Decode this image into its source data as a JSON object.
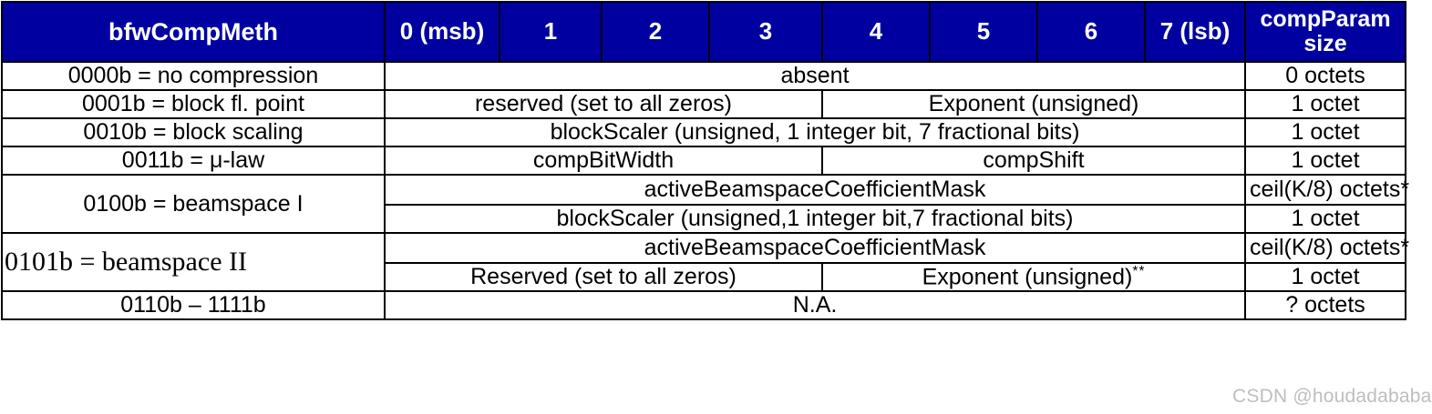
{
  "table": {
    "header": {
      "name_label": "bfwCompMeth",
      "bit_labels": [
        "0 (msb)",
        "1",
        "2",
        "3",
        "4",
        "5",
        "6",
        "7 (lsb)"
      ],
      "size_label": "compParam size"
    },
    "rows": [
      {
        "label": "0000b = no compression",
        "content": [
          {
            "text": "absent",
            "span": 8
          }
        ],
        "size": "0 octets"
      },
      {
        "label": "0001b = block fl. point",
        "content": [
          {
            "text": "reserved (set to all zeros)",
            "span": 4
          },
          {
            "text": "Exponent (unsigned)",
            "span": 4
          }
        ],
        "size": "1 octet"
      },
      {
        "label": "0010b = block scaling",
        "content": [
          {
            "text": "blockScaler (unsigned, 1 integer bit, 7 fractional bits)",
            "span": 8
          }
        ],
        "size": "1 octet"
      },
      {
        "label": "0011b = μ-law",
        "content": [
          {
            "text": "compBitWidth",
            "span": 4
          },
          {
            "text": "compShift",
            "span": 4
          }
        ],
        "size": "1 octet"
      },
      {
        "label": "0100b = beamspace I",
        "content": [
          {
            "text": "activeBeamspaceCoefficientMask",
            "span": 8
          }
        ],
        "size": "ceil(K/8) octets*"
      },
      {
        "label": "",
        "content": [
          {
            "text": "blockScaler (unsigned,1 integer bit,7 fractional bits)",
            "span": 8
          }
        ],
        "size": "1 octet"
      },
      {
        "label": "0101b = beamspace II",
        "content": [
          {
            "text": "activeBeamspaceCoefficientMask",
            "span": 8
          }
        ],
        "size": "ceil(K/8) octets*"
      },
      {
        "label": "",
        "content": [
          {
            "text": "Reserved (set to all zeros)",
            "span": 4
          },
          {
            "text": "Exponent (unsigned)",
            "span": 4,
            "superscript": "**"
          }
        ],
        "size": "1 octet"
      },
      {
        "label": "0110b – 1111b",
        "content": [
          {
            "text": "N.A.",
            "span": 8
          }
        ],
        "size": "? octets"
      }
    ]
  },
  "watermark": {
    "text": "CSDN @houdadababa"
  },
  "colors": {
    "header_background": "#0000A0",
    "header_text": "#FFFFFF",
    "border": "#000000",
    "cell_background": "#FFFFFF",
    "cell_text": "#000000"
  }
}
